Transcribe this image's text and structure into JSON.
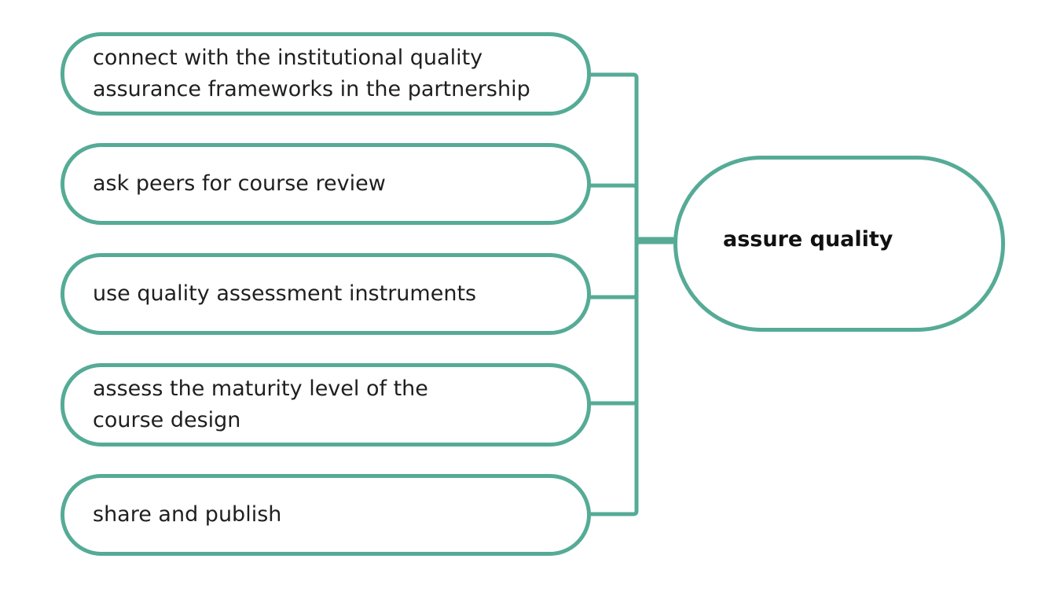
{
  "diagram": {
    "central": {
      "label": "assure quality"
    },
    "items": [
      {
        "label": "connect with the institutional quality assurance frameworks in the partnership"
      },
      {
        "label": "ask peers for course review"
      },
      {
        "label": "use quality assessment instruments"
      },
      {
        "label": "assess the maturity level of the course design"
      },
      {
        "label": "share and publish"
      }
    ]
  },
  "colors": {
    "stroke": "#55ab96",
    "text": "#1f1f1f"
  }
}
